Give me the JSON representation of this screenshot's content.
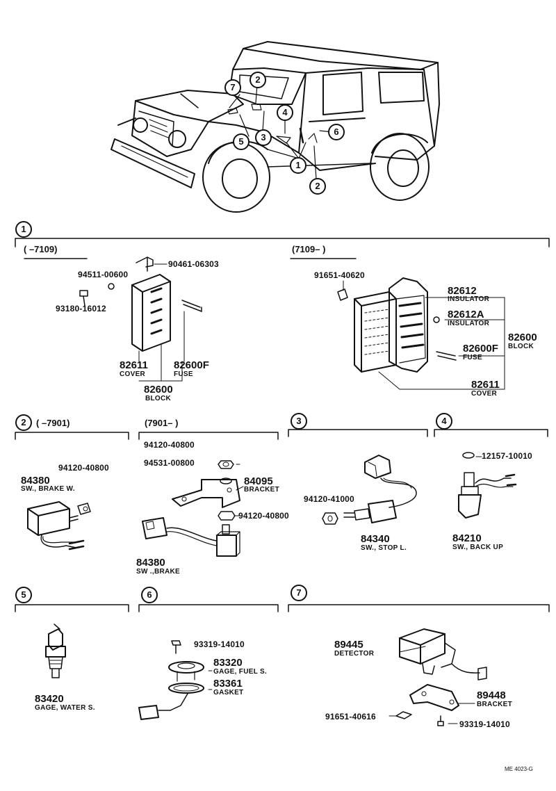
{
  "vehicle_callouts": [
    "7",
    "2",
    "4",
    "6",
    "5",
    "3",
    "1",
    "2"
  ],
  "sections": {
    "s1": {
      "number": "1",
      "left_range": "(       –7109)",
      "right_range": "(7109–        )",
      "left_parts": {
        "p90461": "90461-06303",
        "p94511": "94511-00600",
        "p93180": "93180-16012",
        "p82611": {
          "num": "82611",
          "name": "COVER"
        },
        "p82600F": {
          "num": "82600F",
          "name": "FUSE"
        },
        "p82600": {
          "num": "82600",
          "name": "BLOCK"
        }
      },
      "right_parts": {
        "p91651": "91651-40620",
        "p82612": {
          "num": "82612",
          "name": "INSULATOR"
        },
        "p82612A": {
          "num": "82612A",
          "name": "INSULATOR"
        },
        "p82600": {
          "num": "82600",
          "name": "BLOCK"
        },
        "p82600F": {
          "num": "82600F",
          "name": "FUSE"
        },
        "p82611": {
          "num": "82611",
          "name": "COVER"
        }
      }
    },
    "s2": {
      "number": "2",
      "left_range": "(       –7901)",
      "right_range": "(7901–          )",
      "left_parts": {
        "p94120": "94120-40800",
        "p84380": {
          "num": "84380",
          "name": "SW., BRAKE W."
        }
      },
      "right_parts": {
        "p94120a": "94120-40800",
        "p94531": "94531-00800",
        "p84095": {
          "num": "84095",
          "name": "BRACKET"
        },
        "p94120b": "94120-40800",
        "p84380": {
          "num": "84380",
          "name": "SW .,BRAKE"
        }
      }
    },
    "s3": {
      "number": "3",
      "p94120": "94120-41000",
      "p84340": {
        "num": "84340",
        "name": "SW., STOP L."
      }
    },
    "s4": {
      "number": "4",
      "p12157": "12157-10010",
      "p84210": {
        "num": "84210",
        "name": "SW., BACK UP"
      }
    },
    "s5": {
      "number": "5",
      "p83420": {
        "num": "83420",
        "name": "GAGE, WATER S."
      }
    },
    "s6": {
      "number": "6",
      "p93319": "93319-14010",
      "p83320": {
        "num": "83320",
        "name": "GAGE, FUEL S."
      },
      "p83361": {
        "num": "83361",
        "name": "GASKET"
      }
    },
    "s7": {
      "number": "7",
      "p89445": {
        "num": "89445",
        "name": "DETECTOR"
      },
      "p89448": {
        "num": "89448",
        "name": "BRACKET"
      },
      "p91651": "91651-40616",
      "p93319": "93319-14010"
    }
  },
  "footer_code": "ME  4023-G"
}
